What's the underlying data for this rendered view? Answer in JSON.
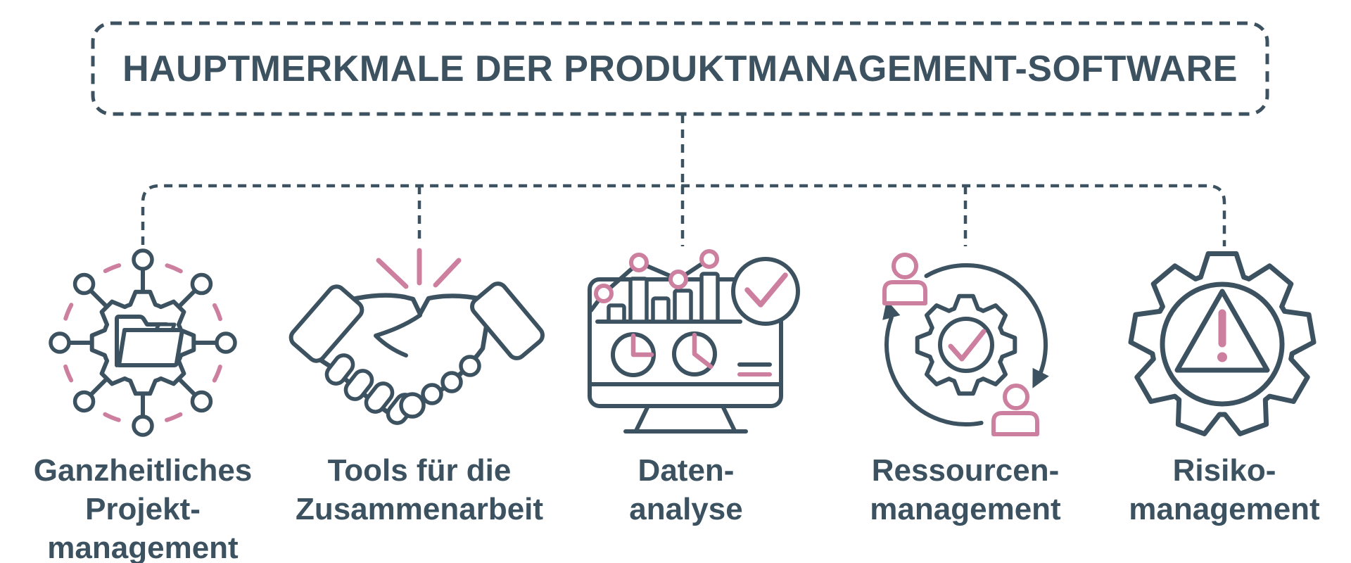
{
  "title": "HAUPTMERKMALE DER PRODUKTMANAGEMENT-SOFTWARE",
  "colors": {
    "dark": "#3C5260",
    "pink": "#CC7F9E",
    "background": "#FFFFFF"
  },
  "features": [
    {
      "icon": "network-gear-folder-icon",
      "lines": [
        "Ganzheitliches",
        "Projekt-",
        "management"
      ]
    },
    {
      "icon": "handshake-icon",
      "lines": [
        "Tools für die",
        "Zusammenarbeit"
      ]
    },
    {
      "icon": "monitor-analytics-icon",
      "lines": [
        "Daten-",
        "analyse"
      ]
    },
    {
      "icon": "people-gear-cycle-icon",
      "lines": [
        "Ressourcen-",
        "management"
      ]
    },
    {
      "icon": "warning-gear-icon",
      "lines": [
        "Risiko-",
        "management"
      ]
    }
  ]
}
